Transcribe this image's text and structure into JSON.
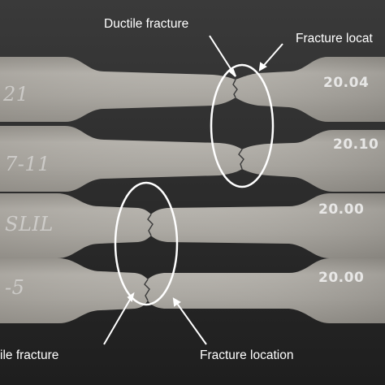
{
  "photo": {
    "subject": "tensile test specimens",
    "specimen_count": 4
  },
  "annotations": {
    "top_left": "Ductile fracture",
    "top_right": "Fracture locat",
    "bottom_left": "ile fracture",
    "bottom_right": "Fracture location"
  },
  "specimen_markings": {
    "s1_left": "21",
    "s1_right": "20.04",
    "s2_left": "7-11",
    "s2_right": "20.10",
    "s3_left": "SLIL",
    "s3_right": "20.00",
    "s4_left": "-5",
    "s4_right": "20.00"
  },
  "colors": {
    "background": "#2a2a2a",
    "metal": "#a9a6a0",
    "annotation": "#ffffff"
  }
}
